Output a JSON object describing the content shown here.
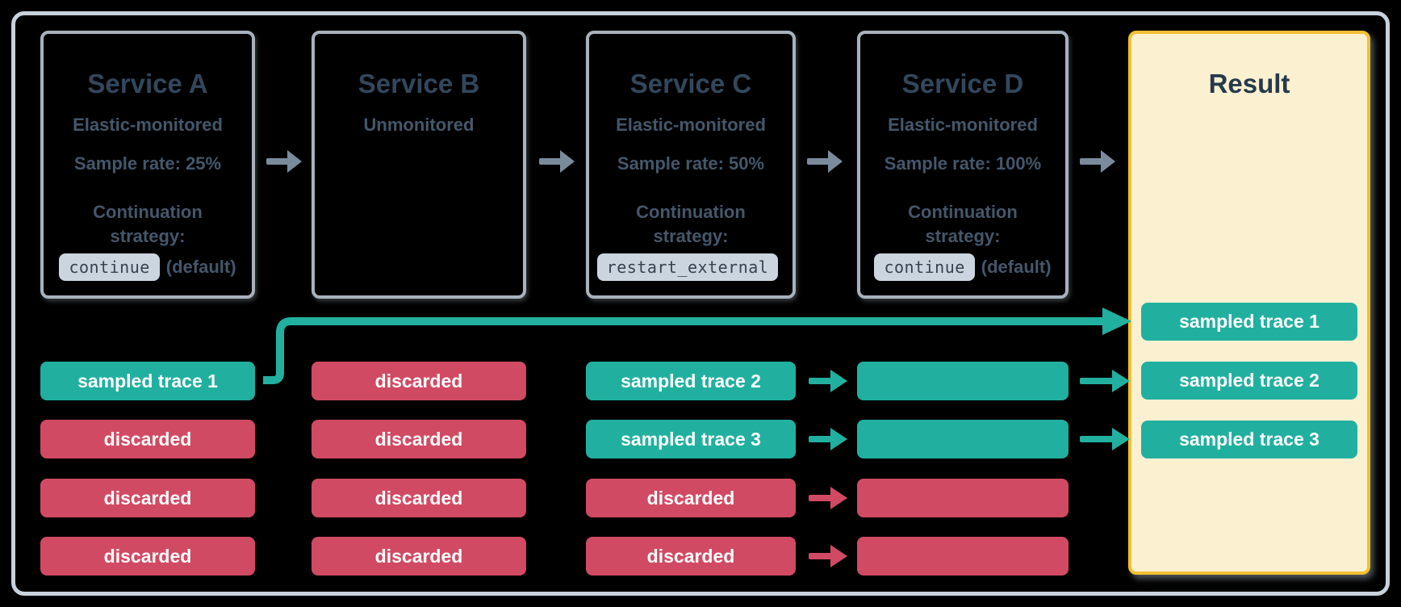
{
  "colors": {
    "background": "#000000",
    "sampled_teal": "#21B0A0",
    "discarded_red": "#D14A63",
    "result_fill": "#FBF1D1",
    "result_border": "#F2C033",
    "service_border": "#A8B2BD",
    "outer_border": "#C8D2DC",
    "title_text": "#33475C",
    "body_text": "#44576B",
    "code_chip_bg": "#CBD5DF",
    "code_chip_text": "#37424E",
    "flow_arrow_gray": "#7A8B9C",
    "chip_text": "#FFFFFF"
  },
  "services": [
    {
      "title": "Service A",
      "subtitle": "Elastic-monitored",
      "sample_rate": "Sample rate: 25%",
      "continuation_label": "Continuation strategy:",
      "strategy_code": "continue",
      "strategy_note": "(default)"
    },
    {
      "title": "Service B",
      "subtitle": "Unmonitored",
      "sample_rate": "",
      "continuation_label": "",
      "strategy_code": "",
      "strategy_note": ""
    },
    {
      "title": "Service C",
      "subtitle": "Elastic-monitored",
      "sample_rate": "Sample rate: 50%",
      "continuation_label": "Continuation strategy:",
      "strategy_code": "restart_external",
      "strategy_note": ""
    },
    {
      "title": "Service D",
      "subtitle": "Elastic-monitored",
      "sample_rate": "Sample rate: 100%",
      "continuation_label": "Continuation strategy:",
      "strategy_code": "continue",
      "strategy_note": "(default)"
    }
  ],
  "result": {
    "title": "Result",
    "traces": [
      {
        "label": "sampled trace 1",
        "status": "sampled"
      },
      {
        "label": "sampled trace 2",
        "status": "sampled"
      },
      {
        "label": "sampled trace 3",
        "status": "sampled"
      }
    ]
  },
  "trace_rows": {
    "service_a": [
      {
        "label": "sampled trace 1",
        "status": "sampled"
      },
      {
        "label": "discarded",
        "status": "discarded"
      },
      {
        "label": "discarded",
        "status": "discarded"
      },
      {
        "label": "discarded",
        "status": "discarded"
      }
    ],
    "service_b": [
      {
        "label": "discarded",
        "status": "discarded"
      },
      {
        "label": "discarded",
        "status": "discarded"
      },
      {
        "label": "discarded",
        "status": "discarded"
      },
      {
        "label": "discarded",
        "status": "discarded"
      }
    ],
    "service_c": [
      {
        "label": "sampled trace 2",
        "status": "sampled"
      },
      {
        "label": "sampled trace 3",
        "status": "sampled"
      },
      {
        "label": "discarded",
        "status": "discarded"
      },
      {
        "label": "discarded",
        "status": "discarded"
      }
    ],
    "service_d": [
      {
        "label": "",
        "status": "sampled"
      },
      {
        "label": "",
        "status": "sampled"
      },
      {
        "label": "",
        "status": "discarded"
      },
      {
        "label": "",
        "status": "discarded"
      }
    ]
  },
  "arrows": {
    "service_flow": [
      {
        "status": "gray"
      },
      {
        "status": "gray"
      },
      {
        "status": "gray"
      },
      {
        "status": "gray"
      }
    ],
    "c_to_d": [
      {
        "status": "sampled"
      },
      {
        "status": "sampled"
      },
      {
        "status": "discarded"
      },
      {
        "status": "discarded"
      }
    ],
    "d_to_result": [
      {
        "status": "sampled"
      },
      {
        "status": "sampled"
      }
    ],
    "a_to_result": {
      "status": "sampled"
    }
  }
}
